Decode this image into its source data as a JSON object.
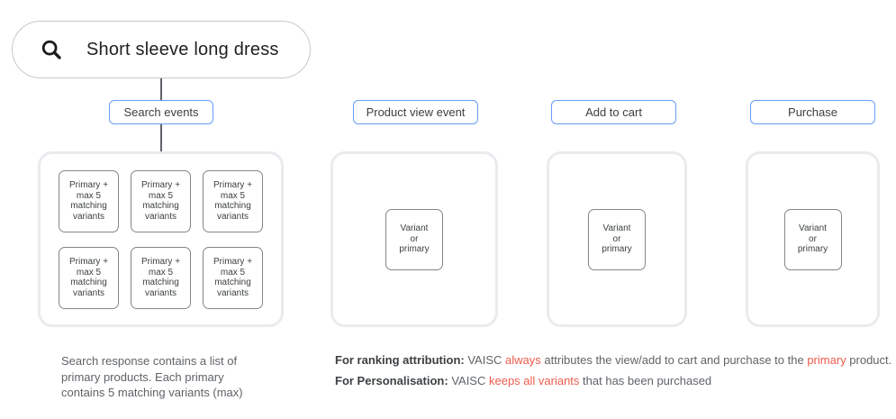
{
  "search_bar": {
    "query": "Short sleeve long dress",
    "icon": "magnifier"
  },
  "stages": [
    {
      "label": "Search events"
    },
    {
      "label": "Product view event"
    },
    {
      "label": "Add to cart"
    },
    {
      "label": "Purchase"
    }
  ],
  "search_results": {
    "card_text": "Primary +\nmax 5\nmatching\nvariants",
    "card_count": 6
  },
  "event_card": {
    "text": "Variant\nor\nprimary"
  },
  "captions": {
    "search_note": "Search response contains a list of\nprimary products. Each primary\ncontains 5 matching variants (max)",
    "ranking": {
      "label": "For ranking attribution:",
      "t1": " VAISC ",
      "r1": "always",
      "t2": " attributes the view/add to cart and purchase to the ",
      "r2": "primary",
      "t3": " product."
    },
    "personalisation": {
      "label": "For Personalisation:",
      "t1": " VAISC ",
      "r1": "keeps all variants",
      "t2": " that has been purchased"
    }
  },
  "colors": {
    "accent_blue": "#669df6",
    "alert_red": "#ef5b4c",
    "panel_border": "#e9ebee",
    "card_border": "#82868c",
    "text_dark": "#202124",
    "text_gray": "#5f6368"
  }
}
